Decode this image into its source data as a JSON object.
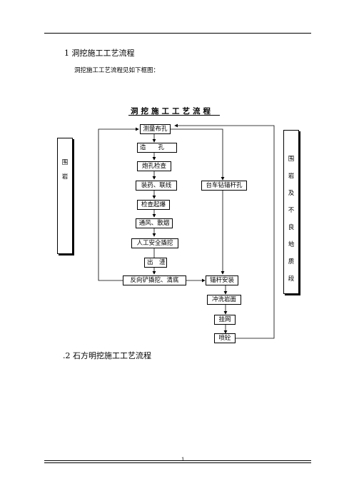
{
  "section1": {
    "heading": "1 洞挖施工工艺流程",
    "intro": "洞挖施工工艺流程见如下框图："
  },
  "chart": {
    "title": "洞挖施工工艺流程",
    "boxes": {
      "survey": "测量布孔",
      "drill": "造　　孔",
      "inspect_holes": "炮孔检查",
      "charge": "装药、联线",
      "blast_check": "检查起爆",
      "ventilate": "通风、散烟",
      "scaling": "人工安全撬挖",
      "muck": "出　渣",
      "backhoe": "反向铲撬挖、清底",
      "anchor_drill": "台车钻锚杆孔",
      "anchor_install": "锚杆安装",
      "wash": "冲洗岩面",
      "mesh": "挂网",
      "shotcrete": "喷砼"
    },
    "left_side": [
      "围",
      "岩"
    ],
    "right_side": [
      "围",
      "岩",
      "及",
      "不",
      "良",
      "地",
      "质",
      "段"
    ]
  },
  "section2": {
    "heading": ".2 石方明挖施工工艺流程"
  },
  "page_number": "1"
}
